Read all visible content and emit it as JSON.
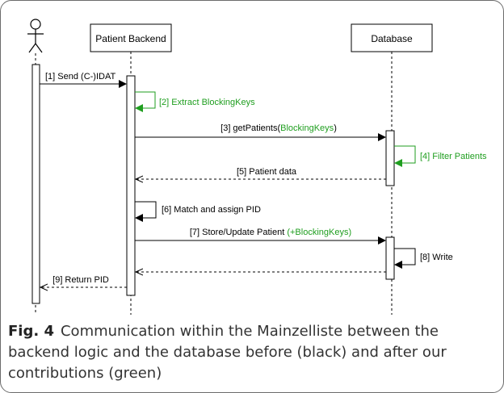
{
  "participants": {
    "backend": "Patient Backend",
    "database": "Database"
  },
  "colors": {
    "black": "#000000",
    "green": "#1f9e1f",
    "caption": "#333333"
  },
  "messages": {
    "m1": "[1] Send (C-)IDAT",
    "m2": "[2] Extract BlockingKeys",
    "m3_prefix": "[3] getPatients(",
    "m3_green": "BlockingKeys",
    "m3_suffix": ")",
    "m4": "[4] Filter Patients",
    "m5": "[5] Patient data",
    "m6": "[6] Match and assign PID",
    "m7_prefix": "[7] Store/Update Patient ",
    "m7_green": "(+BlockingKeys)",
    "m8": "[8] Write",
    "m9": "[9] Return PID"
  },
  "caption": {
    "label": "Fig. 4",
    "text": "Communication within the Mainzelliste between the backend logic and the database before (black) and after our contributions (green)"
  }
}
